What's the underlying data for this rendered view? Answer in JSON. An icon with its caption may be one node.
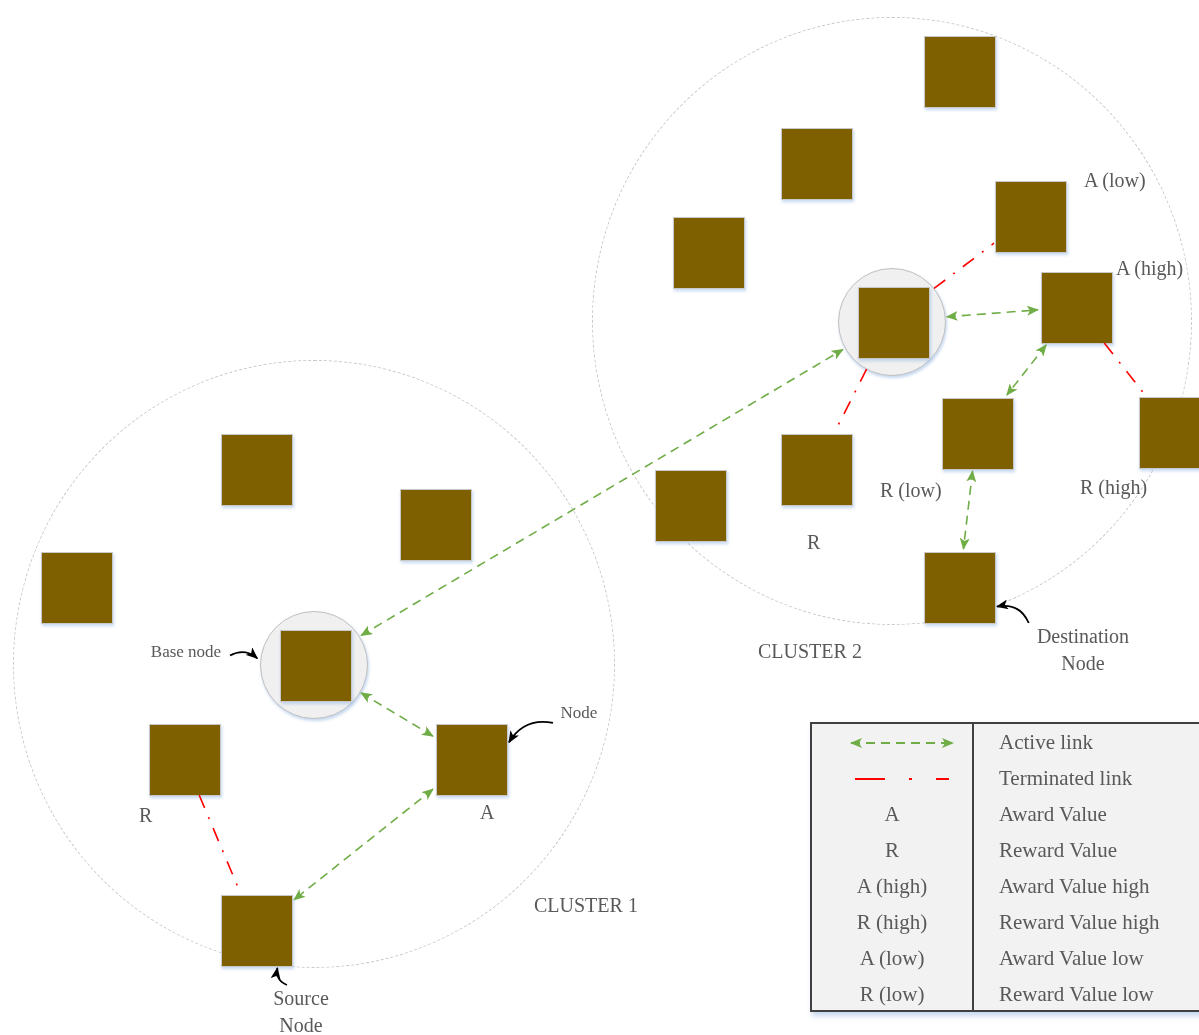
{
  "diagram": {
    "nodes": [
      {
        "text": [
          "CLUSTER 2"
        ]
      },
      {
        "text": [],
        "shape": "box",
        "in": 0
      },
      {
        "text": [],
        "shape": "box",
        "in": 0
      },
      {
        "text": [],
        "shape": "box",
        "in": 0,
        "beside": [
          "A (low)"
        ]
      },
      {
        "text": [],
        "shape": "box",
        "in": 0
      },
      {
        "text": [],
        "shape": "circle",
        "in": 0
      },
      {
        "text": [],
        "shape": "box",
        "in": 5
      },
      {
        "text": [],
        "shape": "box",
        "in": 0,
        "beside": [
          "A (high)"
        ]
      },
      {
        "text": [],
        "shape": "box",
        "in": 0,
        "beside": [
          "R (low)"
        ]
      },
      {
        "text": [],
        "shape": "box",
        "beside": [
          "R (high)"
        ]
      },
      {
        "text": [],
        "shape": "box",
        "in": 0,
        "beside": [
          "R"
        ]
      },
      {
        "text": [],
        "shape": "box",
        "in": 0
      },
      {
        "text": [],
        "shape": "box",
        "in": 0
      },
      {
        "text": [
          "Destination Node"
        ]
      },
      {
        "text": [
          "CLUSTER 1"
        ]
      },
      {
        "text": [],
        "shape": "box",
        "in": 14
      },
      {
        "text": [],
        "shape": "box",
        "in": 14
      },
      {
        "text": [],
        "shape": "box",
        "in": 14
      },
      {
        "text": [],
        "shape": "circle",
        "in": 14
      },
      {
        "text": [],
        "shape": "box",
        "in": 18
      },
      {
        "text": [
          "Base node"
        ],
        "in": 14
      },
      {
        "text": [
          "Node"
        ],
        "in": 14
      },
      {
        "text": [],
        "shape": "box",
        "in": 14,
        "beside": [
          "R"
        ]
      },
      {
        "text": [],
        "shape": "box",
        "in": 14,
        "beside": [
          "A"
        ]
      },
      {
        "text": [],
        "shape": "box",
        "in": 14
      },
      {
        "text": [
          "Source Node"
        ]
      }
    ],
    "edges": [
      {
        "from": 18,
        "to": 5,
        "arrow": "both",
        "style": "dashed"
      },
      {
        "from": 18,
        "to": 23,
        "arrow": "both",
        "style": "dashed"
      },
      {
        "from": 23,
        "to": 24,
        "arrow": "both",
        "style": "dashed"
      },
      {
        "from": 22,
        "to": 24,
        "arrow": "none",
        "style": "dashed",
        "color": "#ff0000"
      },
      {
        "from": 5,
        "to": 3,
        "arrow": "none",
        "style": "dashed",
        "color": "#ff0000"
      },
      {
        "from": 5,
        "to": 10,
        "arrow": "none",
        "style": "dashed",
        "color": "#ff0000"
      },
      {
        "from": 5,
        "to": 7,
        "arrow": "both",
        "style": "dashed"
      },
      {
        "from": 7,
        "to": 8,
        "arrow": "both",
        "style": "dashed"
      },
      {
        "from": 7,
        "to": 9,
        "arrow": "none",
        "style": "dashed",
        "color": "#ff0000"
      },
      {
        "from": 8,
        "to": 12,
        "arrow": "both",
        "style": "dashed"
      },
      {
        "from": 20,
        "to": 18,
        "arrow": "to",
        "color": "#000000"
      },
      {
        "from": 21,
        "to": 23,
        "arrow": "to",
        "color": "#000000"
      },
      {
        "from": 25,
        "to": 24,
        "arrow": "to",
        "color": "#000000"
      },
      {
        "from": 13,
        "to": 12,
        "arrow": "to",
        "color": "#000000"
      }
    ],
    "labels": [
      "A",
      "Award Value",
      "R",
      "Reward Value",
      "A (high)",
      "Award Value high",
      "R (high)",
      "Reward Value high",
      "A (low)",
      "Award Value low",
      "R (low)",
      "Reward Value low"
    ],
    "legend": [
      {
        "text": "Active link"
      },
      {
        "text": "Terminated link"
      }
    ]
  }
}
